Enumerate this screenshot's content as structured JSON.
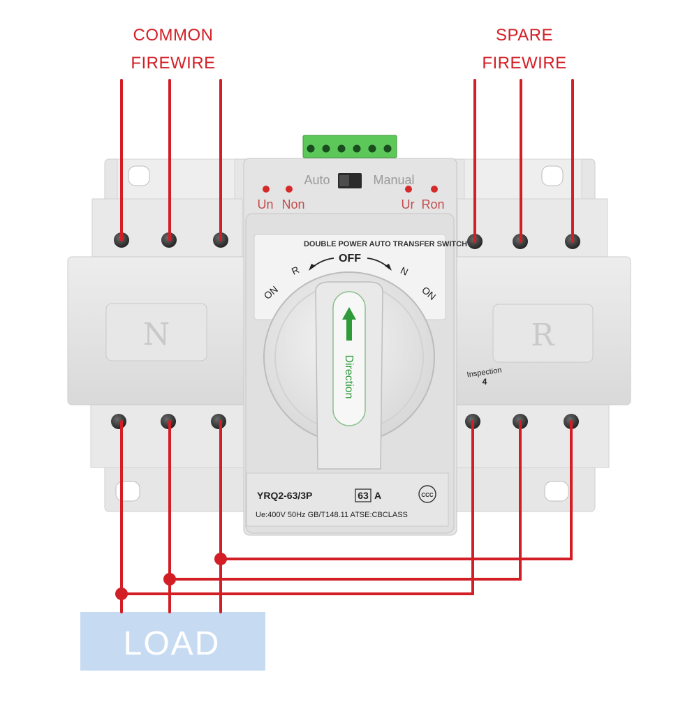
{
  "labels": {
    "common_line1": "COMMON",
    "common_line2": "FIREWIRE",
    "spare_line1": "SPARE",
    "spare_line2": "FIREWIRE",
    "load": "LOAD"
  },
  "device": {
    "panel_title": "DOUBLE POWER AUTO TRANSFER SWITCH",
    "mode_auto": "Auto",
    "mode_manual": "Manual",
    "indicator_un": "Un",
    "indicator_non": "Non",
    "indicator_ur": "Ur",
    "indicator_ron": "Ron",
    "dial_on_left": "ON",
    "dial_r": "R",
    "dial_off": "OFF",
    "dial_n": "N",
    "dial_on_right": "ON",
    "knob_text": "Direction",
    "side_left": "N",
    "side_right": "R",
    "inspection_label": "Inspection",
    "inspection_number": "4",
    "model": "YRQ2-63/3P",
    "rating_box": "63",
    "rating_unit": "A",
    "spec": "Ue:400V  50Hz  GB/T148.11  ATSE:CBCLASS",
    "cert_mark": "CCC"
  },
  "colors": {
    "wire": "#d21f26",
    "device_body": "#e3e3e3",
    "terminal_block": "#5cc85a",
    "knob_arrow": "#2e9a3a",
    "load_box": "#c6dbf2"
  }
}
